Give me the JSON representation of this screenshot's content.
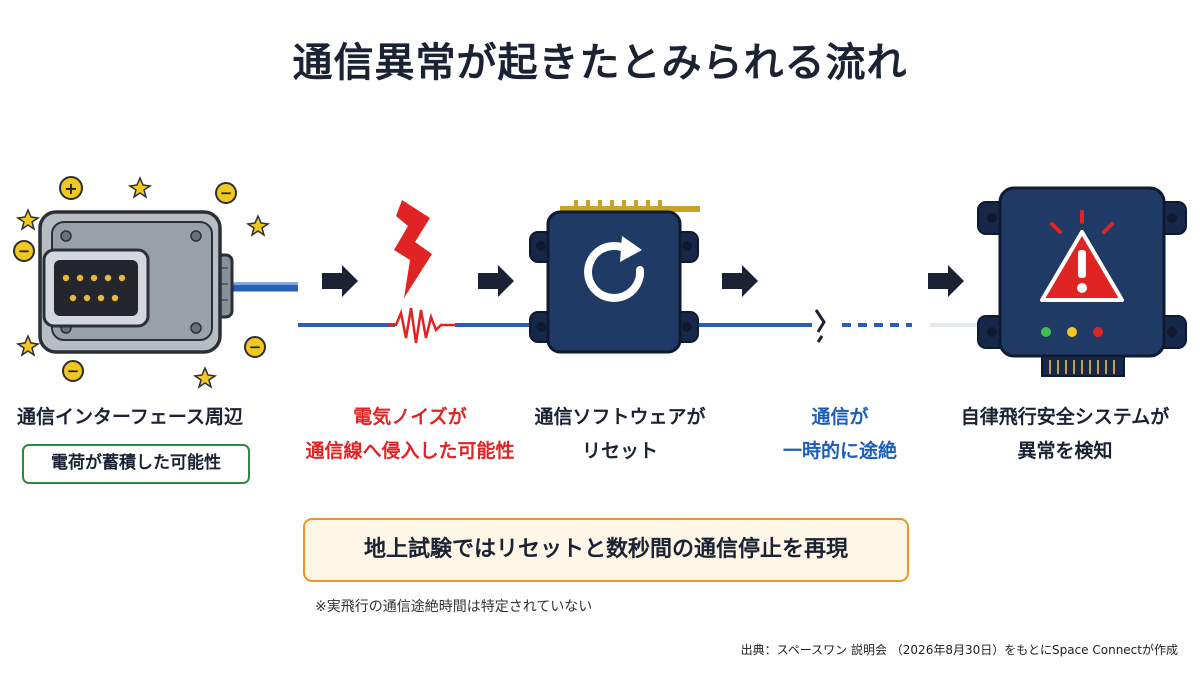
{
  "title": "通信異常が起きたとみられる流れ",
  "steps": [
    {
      "icon": "connector-icon",
      "line1": "通信インターフェース周辺",
      "badge": "電荷が蓄積した可能性"
    },
    {
      "icon": "lightning-noise-icon",
      "line1": "電気ノイズが",
      "line2": "通信線へ侵入した可能性"
    },
    {
      "icon": "reset-module-icon",
      "line1": "通信ソフトウェアが",
      "line2": "リセット"
    },
    {
      "icon": "broken-line-icon",
      "line1": "通信が",
      "line2": "一時的に途絶"
    },
    {
      "icon": "warning-module-icon",
      "line1": "自律飛行安全システムが",
      "line2": "異常を検知"
    }
  ],
  "callout": "地上試験ではリセットと数秒間の通信停止を再現",
  "note": "※実飛行の通信途絶時間は特定されていない",
  "source": "出典：スペースワン 説明会 （2026年8月30日）をもとにSpace Connectが作成",
  "charges": {
    "plus": "+",
    "minus": "−"
  },
  "colors": {
    "navy": "#1b2233",
    "red": "#e02424",
    "blue": "#1d5fb6",
    "green": "#2e8b3e",
    "orange": "#e8962c",
    "module": "#1f3a64",
    "wire": "#2a5fb8"
  }
}
